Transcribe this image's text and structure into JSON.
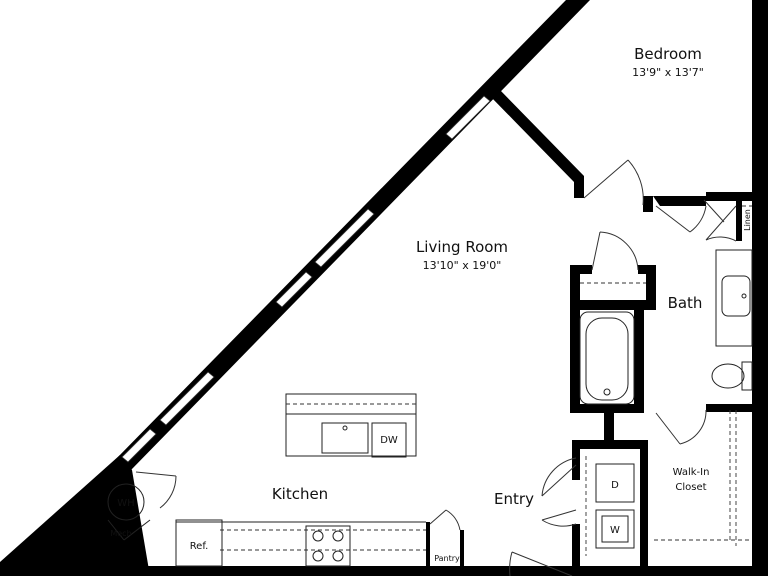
{
  "rooms": {
    "bedroom": {
      "name": "Bedroom",
      "dims": "13'9\" x 13'7\""
    },
    "living_room": {
      "name": "Living Room",
      "dims": "13'10\" x 19'0\""
    },
    "bath": {
      "name": "Bath"
    },
    "kitchen": {
      "name": "Kitchen"
    },
    "entry": {
      "name": "Entry"
    },
    "walk_in_closet": {
      "name_line1": "Walk-In",
      "name_line2": "Closet"
    }
  },
  "fixtures": {
    "water_heater": "WH",
    "mech": "Mech",
    "refrigerator": "Ref.",
    "pantry": "Pantry",
    "dishwasher": "DW",
    "linen": "Linen",
    "dryer": "D",
    "washer": "W"
  },
  "colors": {
    "wall": "#000000",
    "background": "#ffffff",
    "fixture_line": "#222222"
  }
}
